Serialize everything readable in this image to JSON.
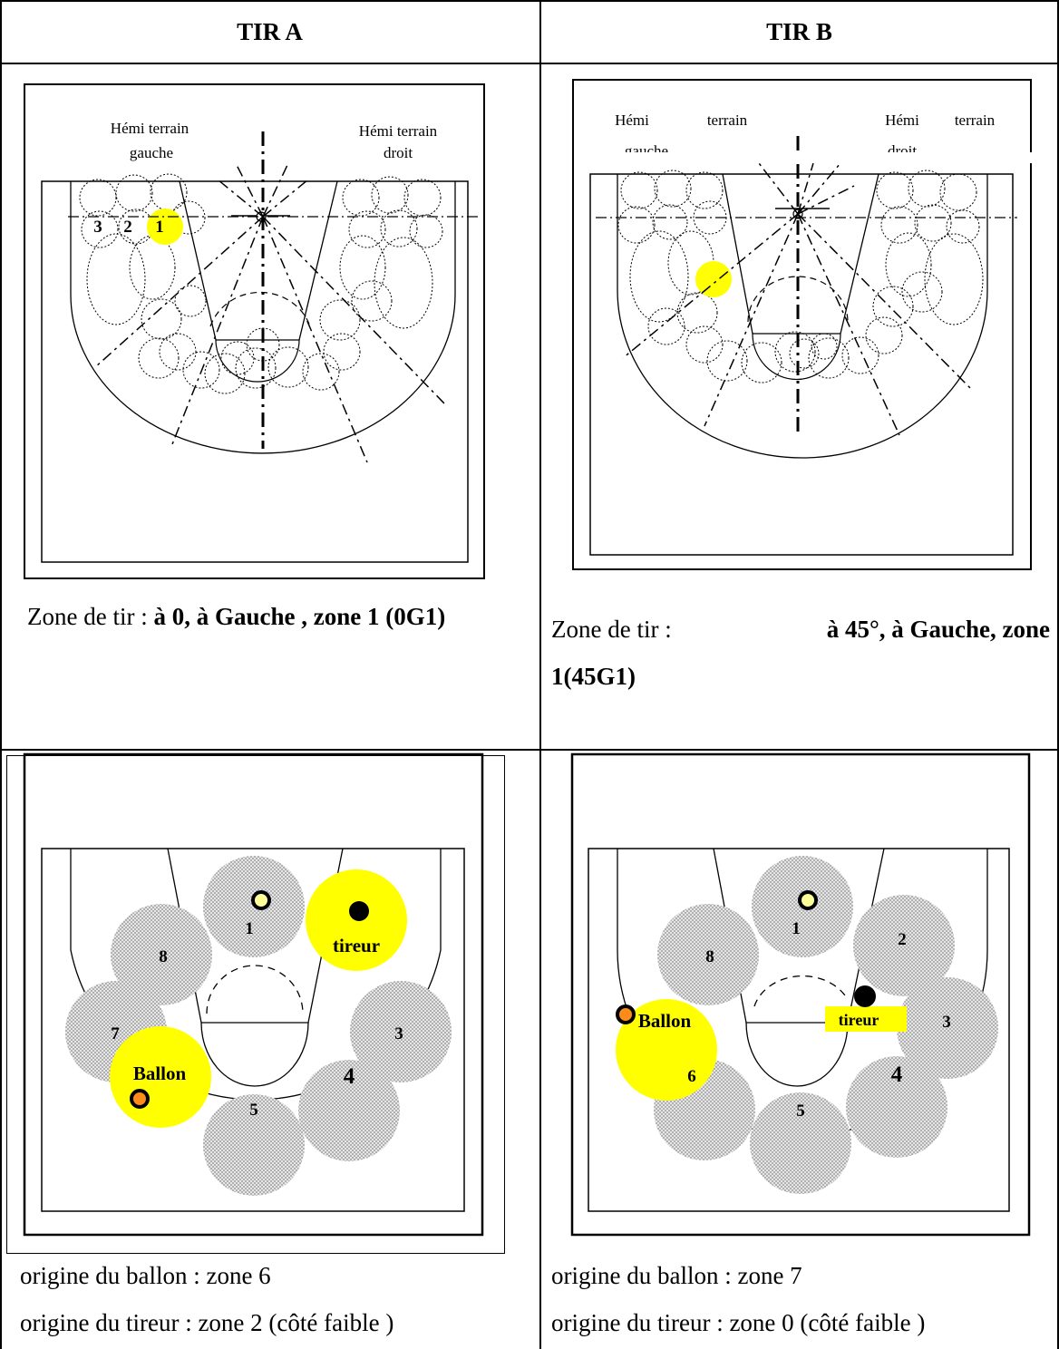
{
  "header": {
    "col_a": "TIR A",
    "col_b": "TIR B"
  },
  "colors": {
    "highlight": "#ffff00",
    "zone_fill": "#d0d0d0",
    "ball": "#ff8c1a",
    "shooter": "#000000"
  },
  "top_a": {
    "half_left_1": "Hémi terrain",
    "half_left_2": "gauche",
    "half_right_1": "Hémi terrain",
    "half_right_2": "droit",
    "zones": [
      "3",
      "2",
      "1"
    ],
    "caption_prefix": "Zone de tir :",
    "caption_bold": "à 0, à Gauche , zone 1 (0G1)"
  },
  "top_b": {
    "half_left_1": "Hémi",
    "half_left_1b": "terrain",
    "half_left_2": "gauche",
    "half_right_1": "Hémi",
    "half_right_1b": "terrain",
    "half_right_2": "droit",
    "caption_prefix": "Zone de tir :",
    "caption_bold_1": "à 45°, à Gauche, zone",
    "caption_bold_2": "1(45G1)"
  },
  "bottom_a": {
    "zones": [
      "1",
      "8",
      "7",
      "3",
      "4",
      "5"
    ],
    "tireur_label": "tireur",
    "ballon_label": "Ballon",
    "origin_ball": "origine du ballon : zone 6",
    "origin_shooter": "origine du tireur : zone 2 (côté faible )"
  },
  "bottom_b": {
    "zones": [
      "1",
      "8",
      "2",
      "3",
      "4",
      "5",
      "6"
    ],
    "tireur_label": "tireur",
    "ballon_label": "Ballon",
    "origin_ball": "origine du ballon : zone 7",
    "origin_shooter": "origine du tireur : zone 0 (côté faible )"
  }
}
